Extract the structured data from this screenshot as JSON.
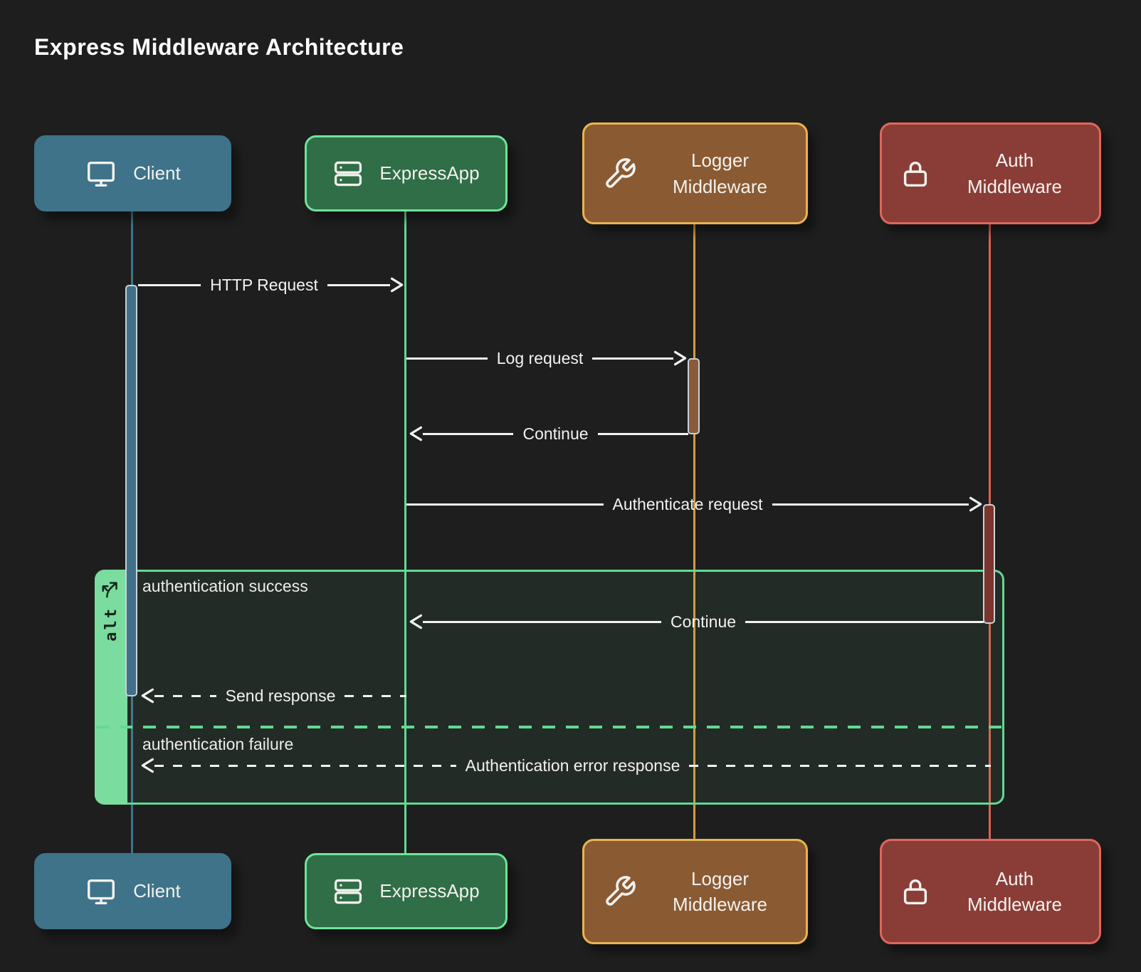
{
  "title": "Express Middleware Architecture",
  "diagram_type": "sequence-diagram",
  "alt_fragment": {
    "operator": "alt",
    "success_case": "authentication success",
    "failure_case": "authentication failure"
  },
  "actors": [
    {
      "id": "client",
      "label": "Client",
      "icon": "monitor-icon"
    },
    {
      "id": "express",
      "label": "ExpressApp",
      "icon": "server-icon"
    },
    {
      "id": "logger",
      "label": "Logger Middleware",
      "icon": "wrench-icon"
    },
    {
      "id": "auth",
      "label": "Auth Middleware",
      "icon": "lock-icon"
    }
  ],
  "messages": [
    {
      "label": "HTTP Request",
      "from": "Client",
      "to": "ExpressApp",
      "line": "solid",
      "direction": "right"
    },
    {
      "label": "Log request",
      "from": "ExpressApp",
      "to": "Logger Middleware",
      "line": "solid",
      "direction": "right"
    },
    {
      "label": "Continue",
      "from": "Logger Middleware",
      "to": "ExpressApp",
      "line": "solid",
      "direction": "left"
    },
    {
      "label": "Authenticate request",
      "from": "ExpressApp",
      "to": "Auth Middleware",
      "line": "solid",
      "direction": "right"
    },
    {
      "label": "Continue",
      "from": "Auth Middleware",
      "to": "ExpressApp",
      "line": "solid",
      "direction": "left"
    },
    {
      "label": "Send response",
      "from": "ExpressApp",
      "to": "Client",
      "line": "dashed",
      "direction": "left"
    },
    {
      "label": "Authentication error response",
      "from": "Auth Middleware",
      "to": "Client",
      "line": "dashed",
      "direction": "left"
    }
  ],
  "palette": {
    "background": "#1e1e1e",
    "text": "#f2f2f2",
    "client_fill": "#3e7389",
    "express_fill": "#2f6e46",
    "express_border": "#6fe39b",
    "logger_fill": "#8a5a33",
    "logger_border": "#eab44e",
    "auth_fill": "#8a3d36",
    "auth_border": "#e0675c",
    "logger_lifeline": "#d69a3c",
    "auth_lifeline": "#dd5f53",
    "alt_accent": "#62d992",
    "alt_pill": "#7adc9e",
    "activation_border": "#c9d2d6"
  }
}
